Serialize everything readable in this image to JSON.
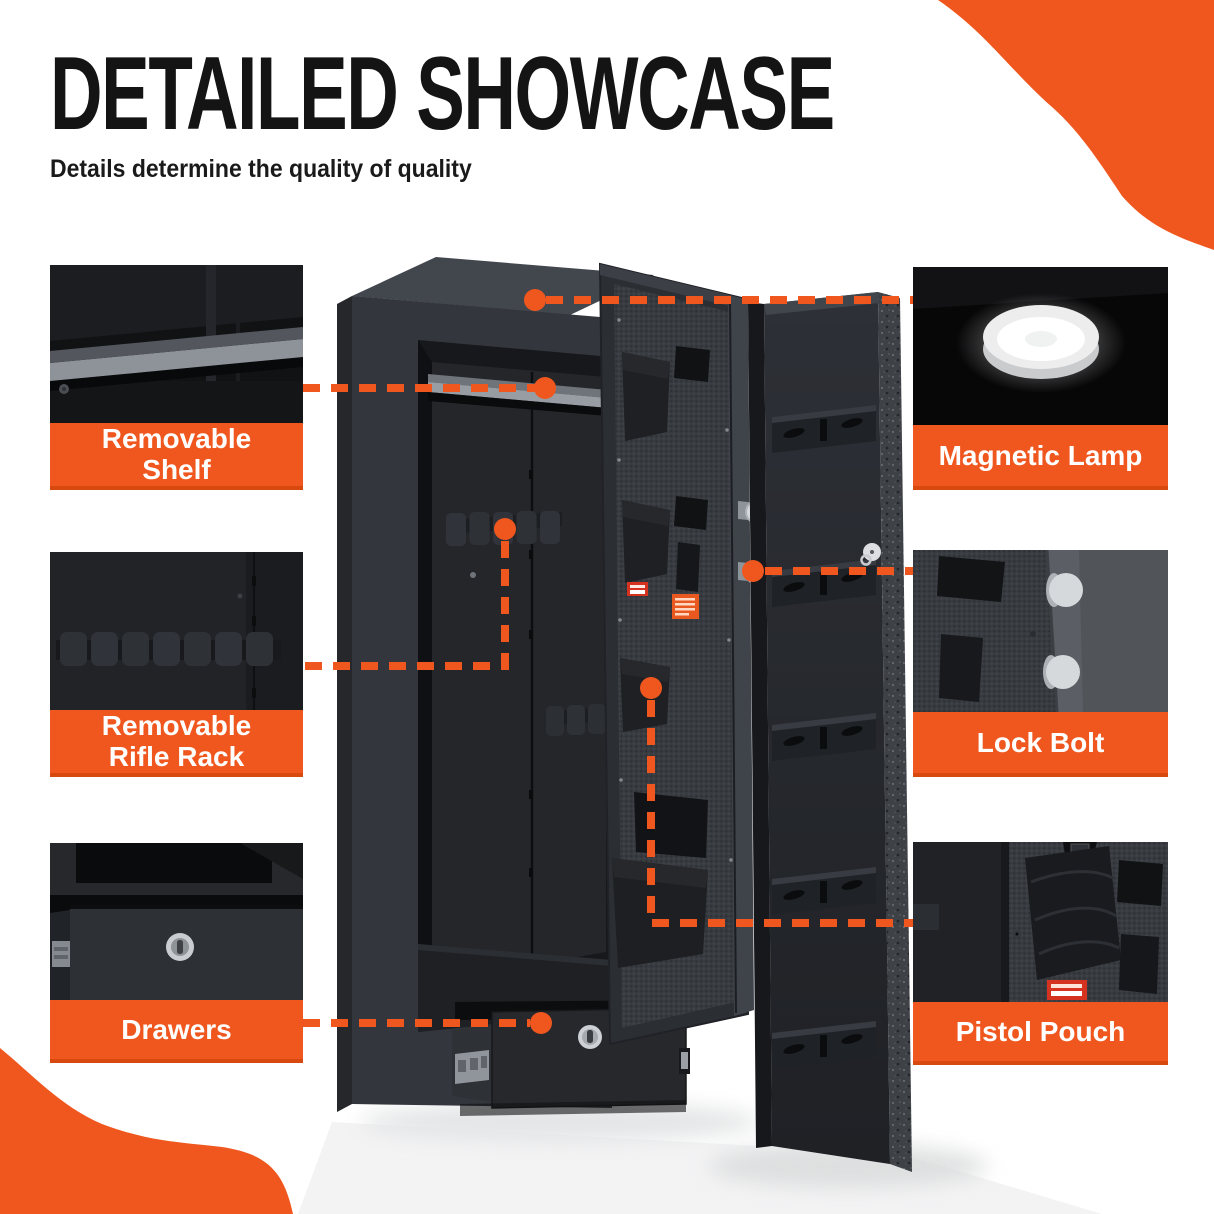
{
  "header": {
    "title": "DETAILED SHOWCASE",
    "subtitle": "Details determine the quality of quality"
  },
  "colors": {
    "accent": "#F0571F",
    "label_text": "#FFFFFF",
    "title_text": "#141414",
    "warning_sticker_red": "#D63220"
  },
  "callouts": [
    {
      "id": "removable-shelf",
      "label": "Removable\nShelf"
    },
    {
      "id": "removable-rifle-rack",
      "label": "Removable\nRifle Rack"
    },
    {
      "id": "drawers",
      "label": "Drawers"
    },
    {
      "id": "magnetic-lamp",
      "label": "Magnetic Lamp"
    },
    {
      "id": "lock-bolt",
      "label": "Lock Bolt"
    },
    {
      "id": "pistol-pouch",
      "label": "Pistol Pouch"
    }
  ]
}
